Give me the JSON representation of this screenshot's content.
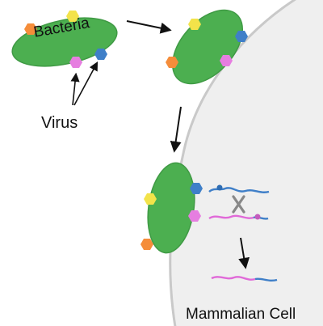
{
  "labels": {
    "bacteria": "Bacteria",
    "virus": "Virus",
    "cell": "Mammalian Cell",
    "blocked_mark": "X"
  },
  "colors": {
    "bacteria": "#4caf50",
    "bacteria_edge": "#3f9a44",
    "cell_fill": "#efefef",
    "cell_edge": "#c9c9c9",
    "virus_orange": "#f58d3a",
    "virus_yellow": "#f3e34a",
    "virus_pink": "#e67ee0",
    "virus_blue": "#3f7fc8",
    "strand_blue": "#3f7fc8",
    "strand_pink": "#e06ad8",
    "arrow": "#111111",
    "block_mark": "#888888"
  }
}
